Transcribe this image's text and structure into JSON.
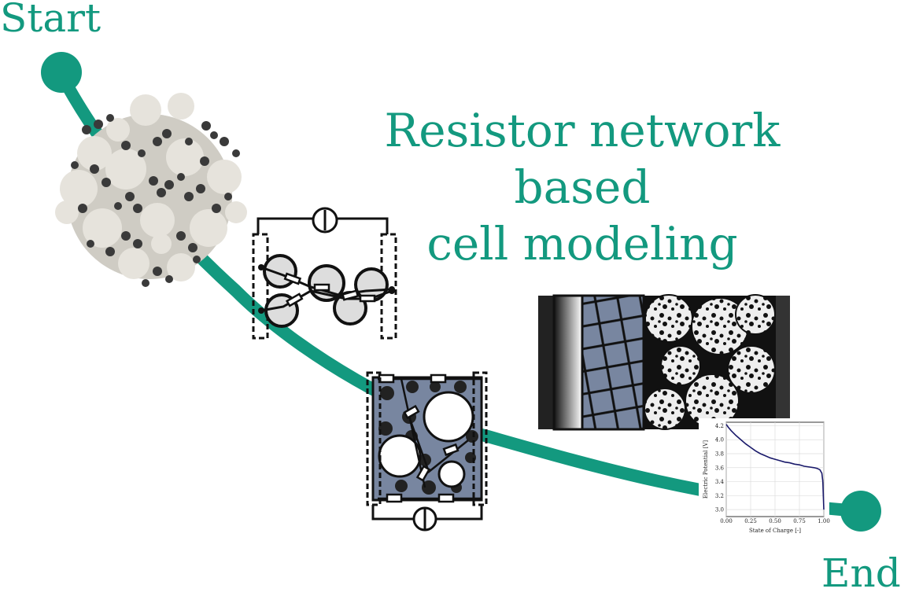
{
  "labels": {
    "start": "Start",
    "end": "End",
    "title_line1": "Resistor network based",
    "title_line2": "cell modeling"
  },
  "colors": {
    "accent": "#13997f",
    "electrolyte": "#7886a0",
    "particle_light": "#e6e3dc",
    "particle_dark": "#3a3a3a"
  },
  "chart_data": {
    "type": "line",
    "xlabel": "State of Charge [-]",
    "ylabel": "Electric Potential [V]",
    "xlim": [
      0.0,
      1.0
    ],
    "ylim": [
      2.9,
      4.25
    ],
    "xticks": [
      "0.00",
      "0.25",
      "0.50",
      "0.75",
      "1.00"
    ],
    "yticks": [
      "3.0",
      "3.2",
      "3.4",
      "3.6",
      "3.8",
      "4.0",
      "4.2"
    ],
    "grid": true,
    "series": [
      {
        "x": [
          0.0,
          0.02,
          0.05,
          0.1,
          0.15,
          0.2,
          0.25,
          0.3,
          0.35,
          0.4,
          0.45,
          0.5,
          0.55,
          0.6,
          0.65,
          0.7,
          0.75,
          0.8,
          0.85,
          0.9,
          0.93,
          0.96,
          0.98,
          0.99,
          1.0
        ],
        "y": [
          4.22,
          4.18,
          4.13,
          4.06,
          4.0,
          3.94,
          3.89,
          3.84,
          3.8,
          3.77,
          3.74,
          3.72,
          3.7,
          3.68,
          3.67,
          3.65,
          3.64,
          3.62,
          3.61,
          3.6,
          3.59,
          3.57,
          3.52,
          3.4,
          3.0
        ]
      }
    ]
  }
}
